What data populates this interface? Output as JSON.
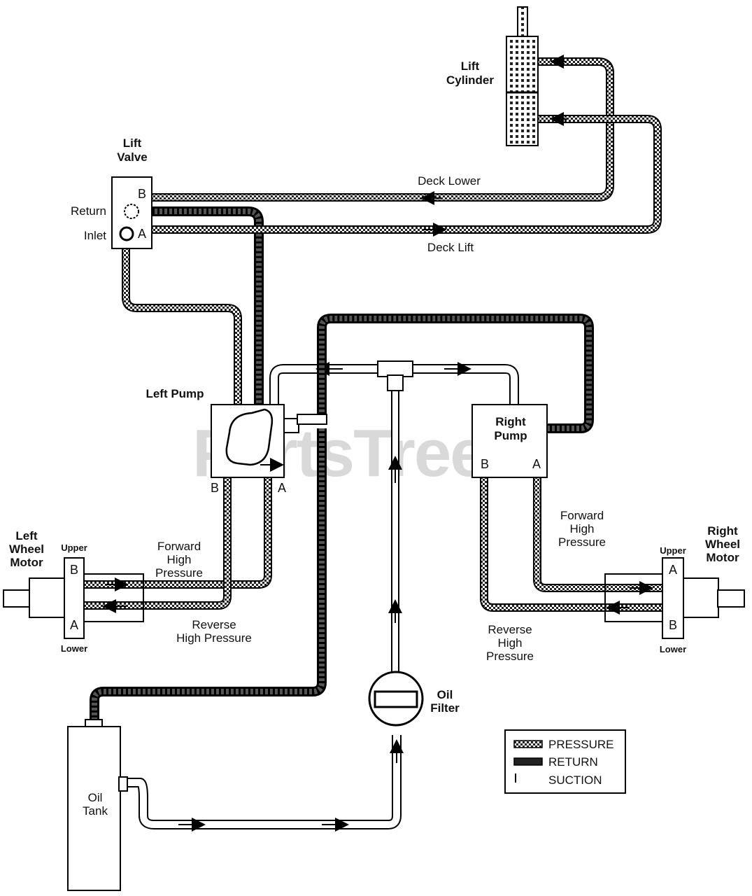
{
  "lift_cylinder": {
    "label_line1": "Lift",
    "label_line2": "Cylinder"
  },
  "lift_valve": {
    "label_line1": "Lift",
    "label_line2": "Valve",
    "return_label": "Return",
    "inlet_label": "Inlet",
    "port_b": "B",
    "port_a": "A"
  },
  "deck_lower_label": "Deck Lower",
  "deck_lift_label": "Deck Lift",
  "left_pump": {
    "label": "Left Pump",
    "port_b": "B",
    "port_a": "A"
  },
  "right_pump": {
    "label_line1": "Right",
    "label_line2": "Pump",
    "port_b": "B",
    "port_a": "A"
  },
  "left_wheel_motor": {
    "label_line1": "Left",
    "label_line2": "Wheel",
    "label_line3": "Motor",
    "upper": "Upper",
    "lower": "Lower",
    "port_top": "B",
    "port_bottom": "A"
  },
  "right_wheel_motor": {
    "label_line1": "Right",
    "label_line2": "Wheel",
    "label_line3": "Motor",
    "upper": "Upper",
    "lower": "Lower",
    "port_top": "A",
    "port_bottom": "B"
  },
  "left_forward": {
    "line1": "Forward",
    "line2": "High",
    "line3": "Pressure"
  },
  "left_reverse": {
    "line1": "Reverse",
    "line2": "High Pressure"
  },
  "right_forward": {
    "line1": "Forward",
    "line2": "High",
    "line3": "Pressure"
  },
  "right_reverse": {
    "line1": "Reverse",
    "line2": "High",
    "line3": "Pressure"
  },
  "oil_filter": {
    "line1": "Oil",
    "line2": "Filter"
  },
  "oil_tank": {
    "line1": "Oil",
    "line2": "Tank"
  },
  "legend": {
    "pressure": "PRESSURE",
    "return": "RETURN",
    "suction": "SUCTION"
  },
  "watermark": "PartsTree"
}
